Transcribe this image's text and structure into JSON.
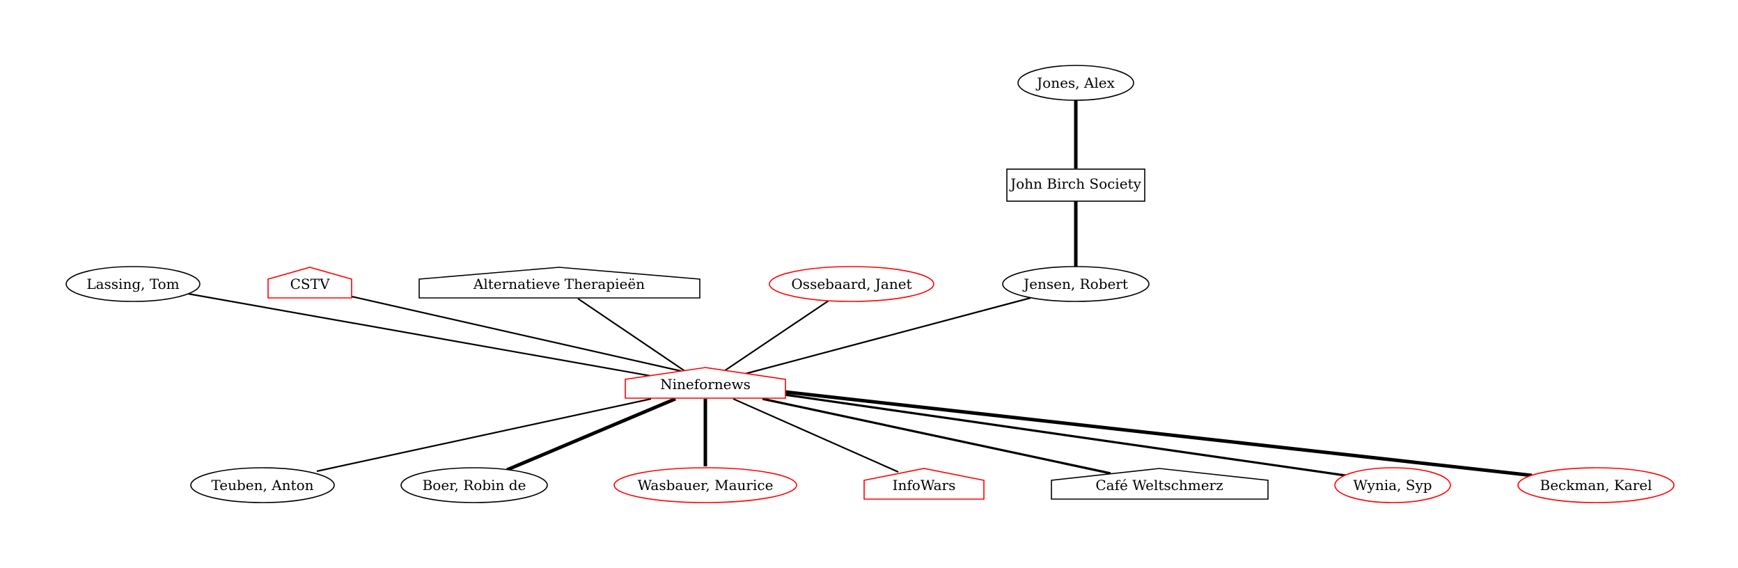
{
  "colors": {
    "black": "#000000",
    "red": "#ff0000"
  },
  "nodes": {
    "jones": {
      "label": "Jones, Alex",
      "shape": "ellipse",
      "color": "#000000"
    },
    "jbs": {
      "label": "John Birch Society",
      "shape": "box",
      "color": "#000000"
    },
    "jensen": {
      "label": "Jensen, Robert",
      "shape": "ellipse",
      "color": "#000000"
    },
    "lassing": {
      "label": "Lassing, Tom",
      "shape": "ellipse",
      "color": "#000000"
    },
    "cstv": {
      "label": "CSTV",
      "shape": "house",
      "color": "#ff0000"
    },
    "alt": {
      "label": "Alternatieve Therapieën",
      "shape": "house",
      "color": "#000000"
    },
    "ossebaard": {
      "label": "Ossebaard, Janet",
      "shape": "ellipse",
      "color": "#ff0000"
    },
    "nine": {
      "label": "Ninefornews",
      "shape": "house",
      "color": "#ff0000"
    },
    "teuben": {
      "label": "Teuben, Anton",
      "shape": "ellipse",
      "color": "#000000"
    },
    "boer": {
      "label": "Boer, Robin de",
      "shape": "ellipse",
      "color": "#000000"
    },
    "wasbauer": {
      "label": "Wasbauer, Maurice",
      "shape": "ellipse",
      "color": "#ff0000"
    },
    "infowars": {
      "label": "InfoWars",
      "shape": "house",
      "color": "#ff0000"
    },
    "cafe": {
      "label": "Café Weltschmerz",
      "shape": "house",
      "color": "#000000"
    },
    "wynia": {
      "label": "Wynia, Syp",
      "shape": "ellipse",
      "color": "#ff0000"
    },
    "beckman": {
      "label": "Beckman, Karel",
      "shape": "ellipse",
      "color": "#ff0000"
    }
  },
  "edges": [
    {
      "from": "jones",
      "to": "jbs",
      "weight": "heavy"
    },
    {
      "from": "jbs",
      "to": "jensen",
      "weight": "heavy"
    },
    {
      "from": "lassing",
      "to": "nine",
      "weight": "normal"
    },
    {
      "from": "cstv",
      "to": "nine",
      "weight": "normal"
    },
    {
      "from": "alt",
      "to": "nine",
      "weight": "normal"
    },
    {
      "from": "ossebaard",
      "to": "nine",
      "weight": "normal"
    },
    {
      "from": "jensen",
      "to": "nine",
      "weight": "normal"
    },
    {
      "from": "nine",
      "to": "teuben",
      "weight": "normal"
    },
    {
      "from": "nine",
      "to": "boer",
      "weight": "heavy"
    },
    {
      "from": "nine",
      "to": "wasbauer",
      "weight": "heavy"
    },
    {
      "from": "nine",
      "to": "infowars",
      "weight": "normal"
    },
    {
      "from": "nine",
      "to": "cafe",
      "weight": "medium"
    },
    {
      "from": "nine",
      "to": "wynia",
      "weight": "medium"
    },
    {
      "from": "nine",
      "to": "beckman",
      "weight": "heavy"
    }
  ]
}
